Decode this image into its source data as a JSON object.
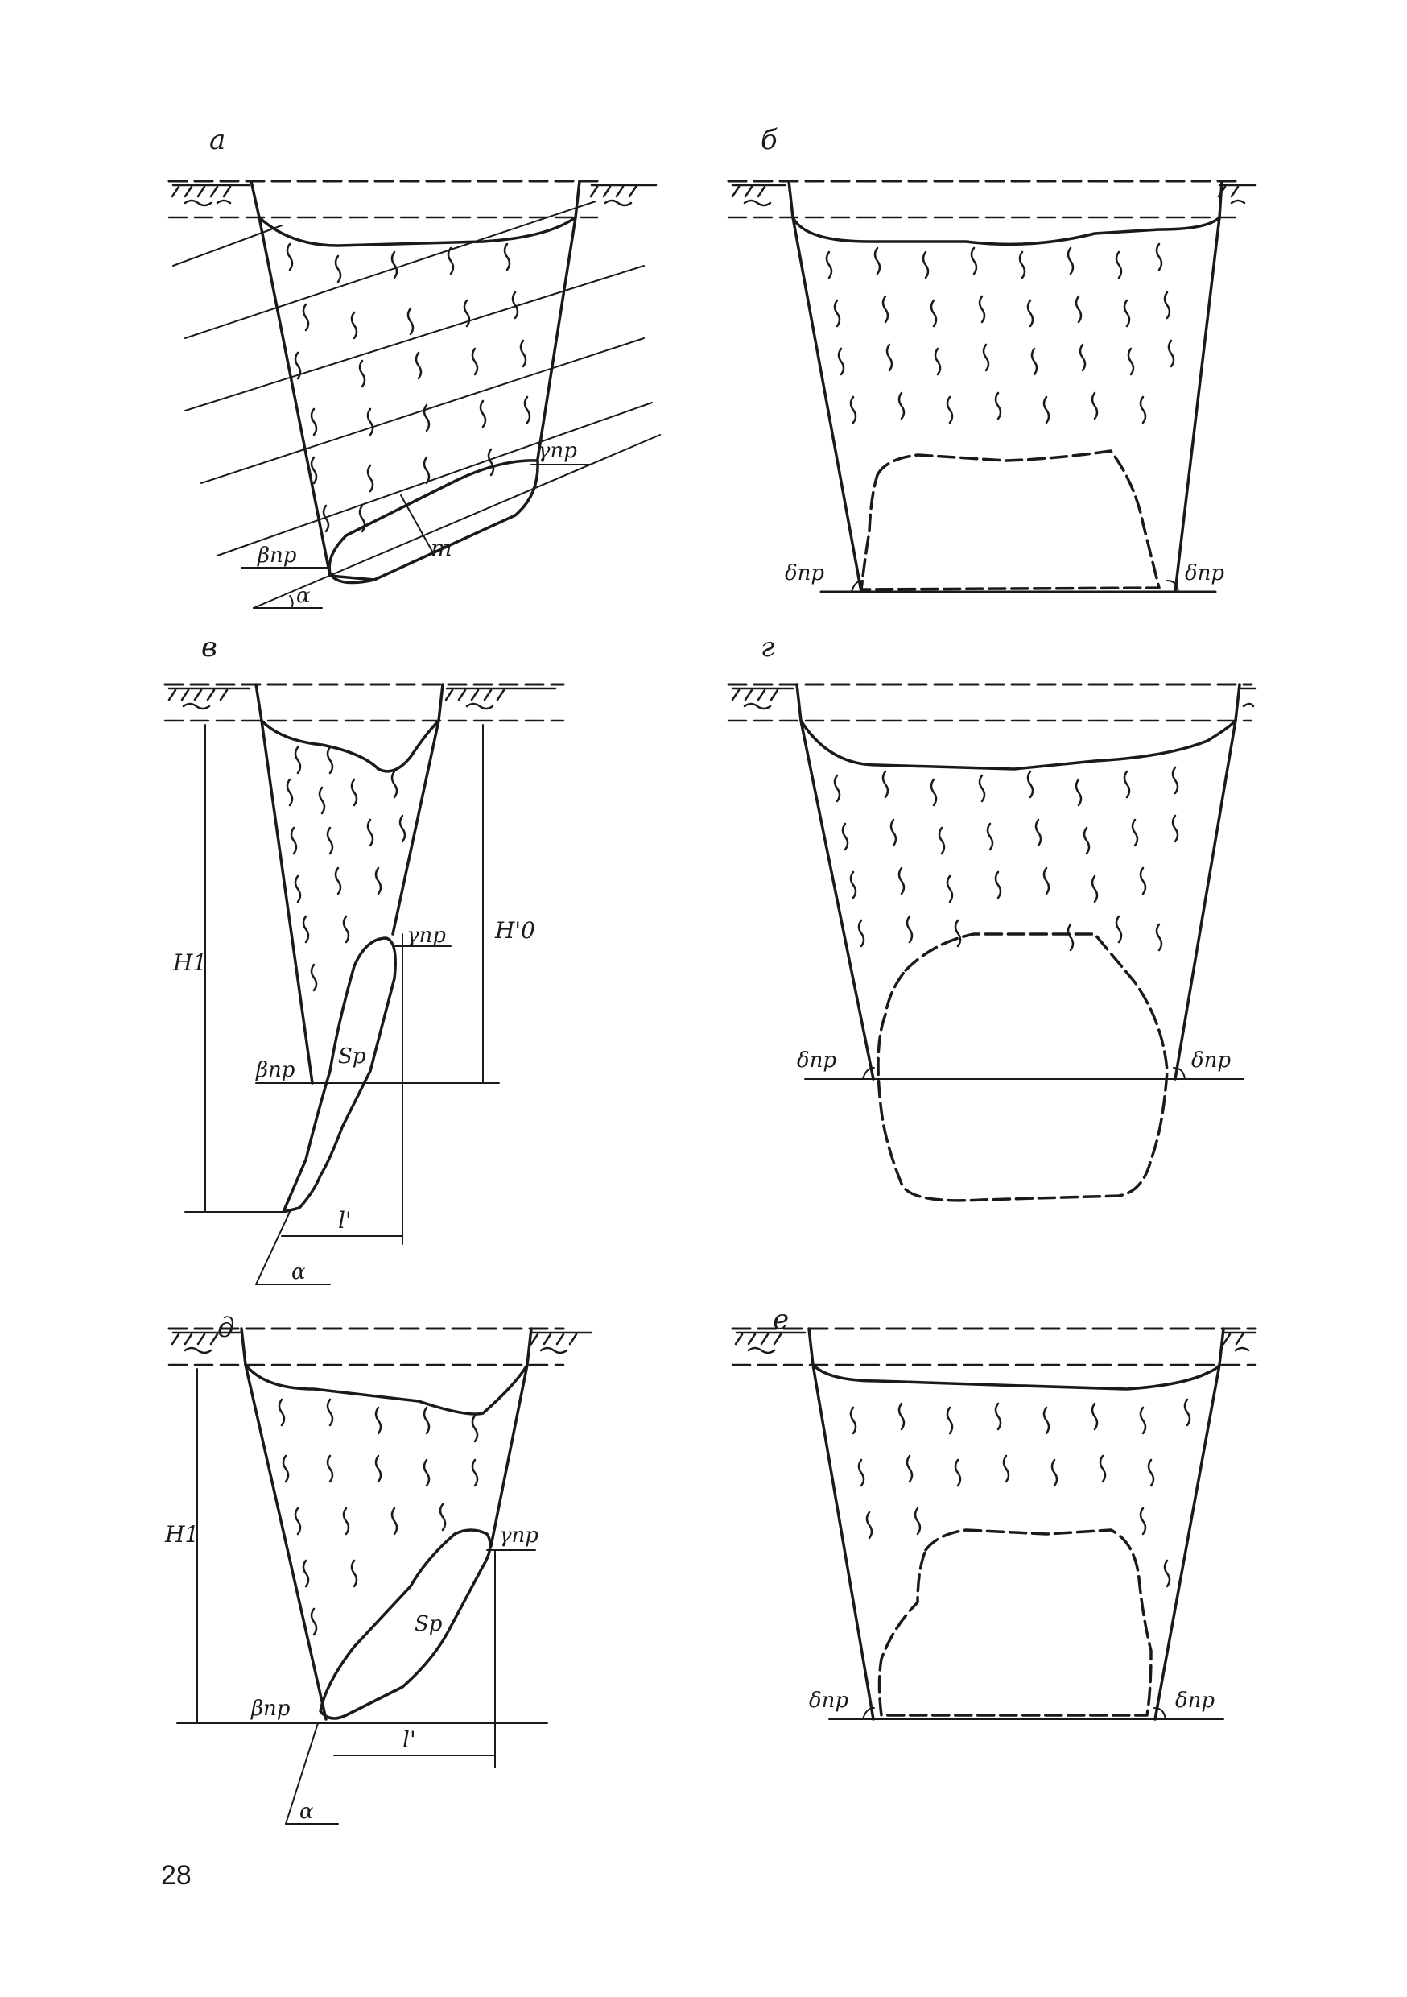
{
  "page_number": "28",
  "panels": [
    {
      "id": "a",
      "letter": "а",
      "labels": {
        "gamma": "γпр",
        "beta": "βпр",
        "alpha": "α",
        "m": "m"
      }
    },
    {
      "id": "b",
      "letter": "б",
      "labels": {
        "delta_left": "δпр",
        "delta_right": "δпр"
      }
    },
    {
      "id": "v",
      "letter": "в",
      "labels": {
        "gamma": "γпр",
        "beta": "βпр",
        "alpha": "α",
        "sp": "Sp",
        "h1": "H1",
        "h0": "H'0",
        "l": "l'"
      }
    },
    {
      "id": "g",
      "letter": "г",
      "labels": {
        "delta_left": "δпр",
        "delta_right": "δпр"
      }
    },
    {
      "id": "d",
      "letter": "д",
      "labels": {
        "gamma": "γпр",
        "beta": "βпр",
        "alpha": "α",
        "sp": "Sp",
        "h1": "H1",
        "l": "l'"
      }
    },
    {
      "id": "e",
      "letter": "е",
      "labels": {
        "delta_left": "δпр",
        "delta_right": "δпр"
      }
    }
  ]
}
